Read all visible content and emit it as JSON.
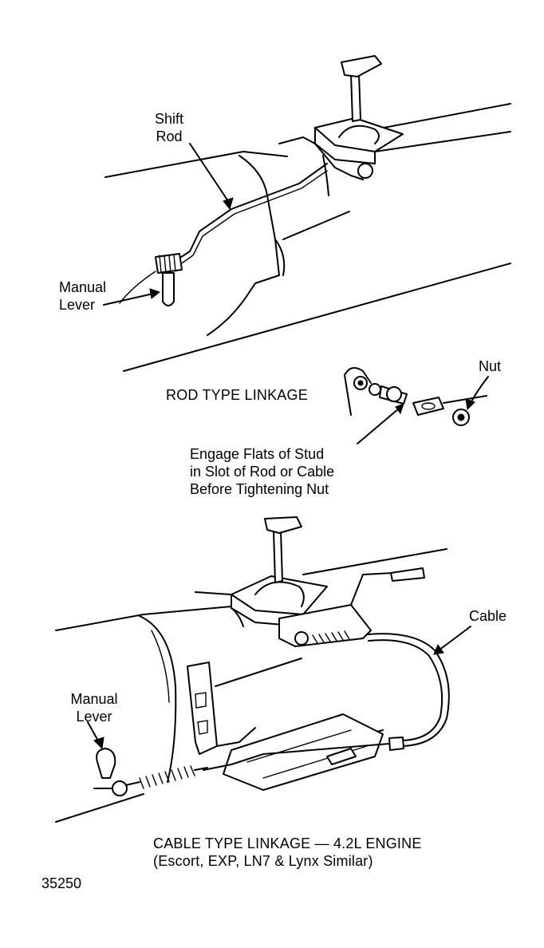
{
  "labels": {
    "shift_rod_line1": "Shift",
    "shift_rod_line2": "Rod",
    "manual_lever_top_line1": "Manual",
    "manual_lever_top_line2": "Lever",
    "rod_type_linkage": "ROD TYPE LINKAGE",
    "nut": "Nut",
    "engage_line1": "Engage Flats of Stud",
    "engage_line2": "in Slot of Rod or Cable",
    "engage_line3": "Before Tightening Nut",
    "cable": "Cable",
    "manual_lever_bottom_line1": "Manual",
    "manual_lever_bottom_line2": "Lever",
    "cable_type_line1": "CABLE TYPE LINKAGE  — 4.2L ENGINE",
    "cable_type_line2": "(Escort, EXP, LN7 & Lynx Similar)",
    "figure_number": "35250"
  }
}
